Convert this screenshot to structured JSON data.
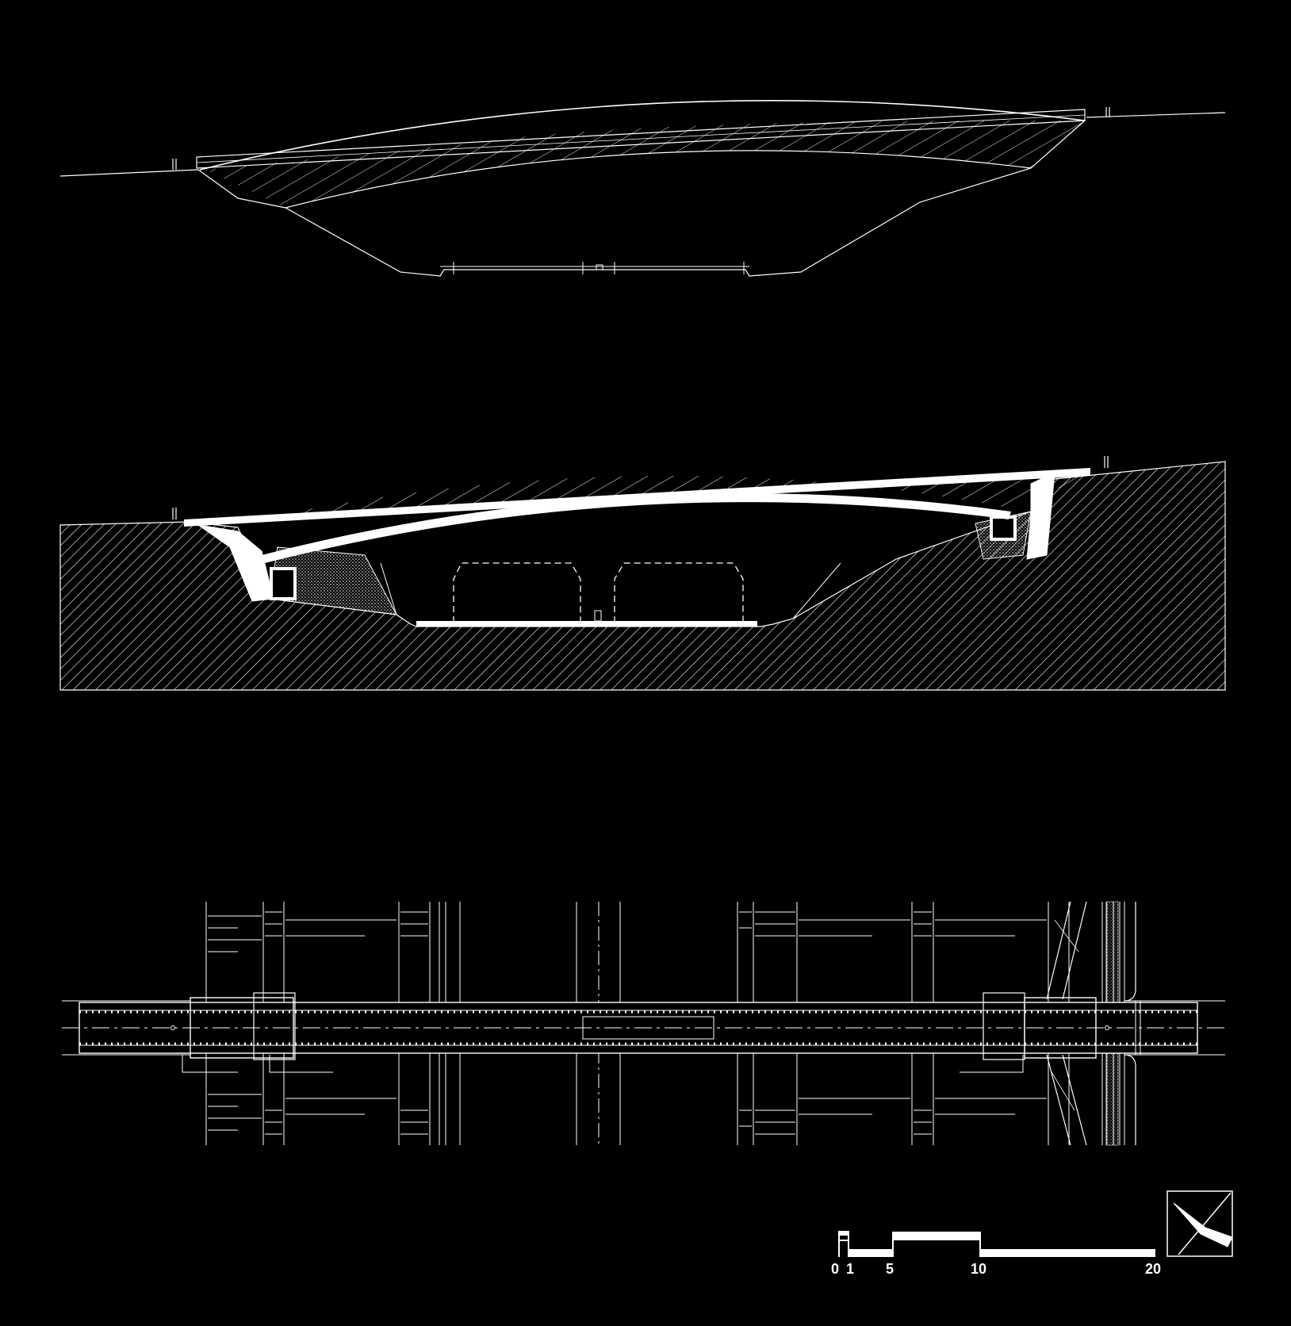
{
  "drawing": {
    "views": [
      {
        "id": "elevation"
      },
      {
        "id": "section"
      },
      {
        "id": "plan"
      }
    ]
  },
  "scale_bar": {
    "labels": [
      "0",
      "1",
      "5",
      "10",
      "20"
    ]
  },
  "colors": {
    "background": "#000000",
    "linework": "#ffffff"
  },
  "north_arrow": {
    "icon": "north-arrow-icon"
  }
}
